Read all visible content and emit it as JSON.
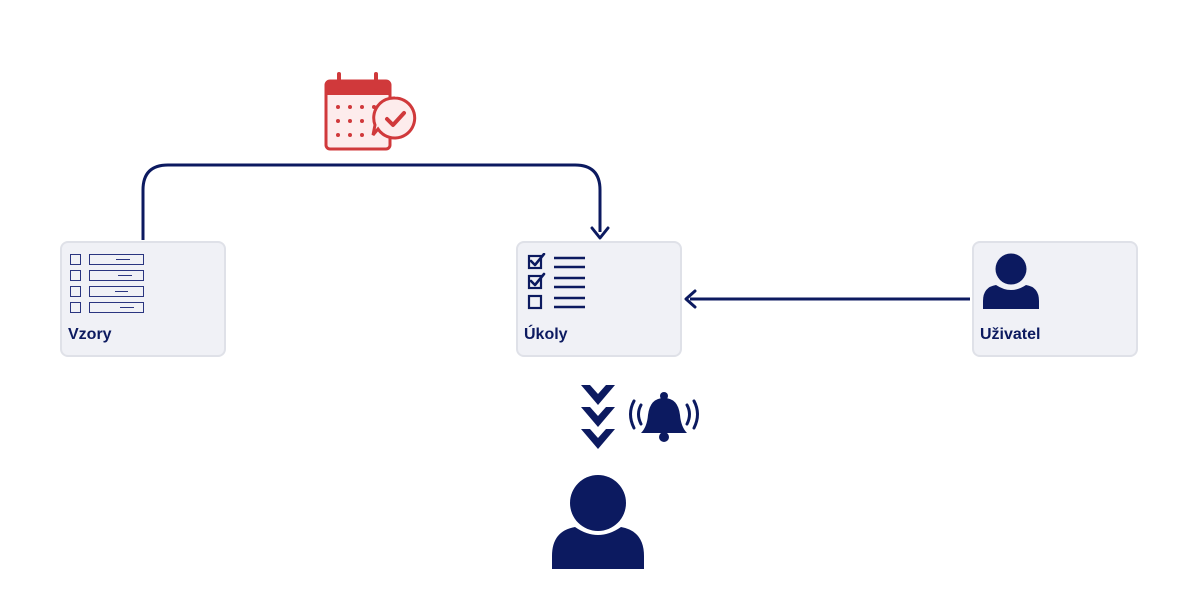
{
  "nodes": {
    "vzory": {
      "label": "Vzory",
      "icon": "template-list-icon"
    },
    "ukoly": {
      "label": "Úkoly",
      "icon": "task-checklist-icon"
    },
    "uzivatel": {
      "label": "Uživatel",
      "icon": "user-icon"
    }
  },
  "colors": {
    "primary": "#0c1a60",
    "accent": "#d0393b",
    "node_bg": "#f0f1f6",
    "node_border": "#dfe1e8"
  },
  "icons": {
    "schedule": "calendar-check-icon",
    "notification": "bell-ringing-icon",
    "flow_down": "triple-chevron-down-icon",
    "recipient": "user-icon"
  }
}
